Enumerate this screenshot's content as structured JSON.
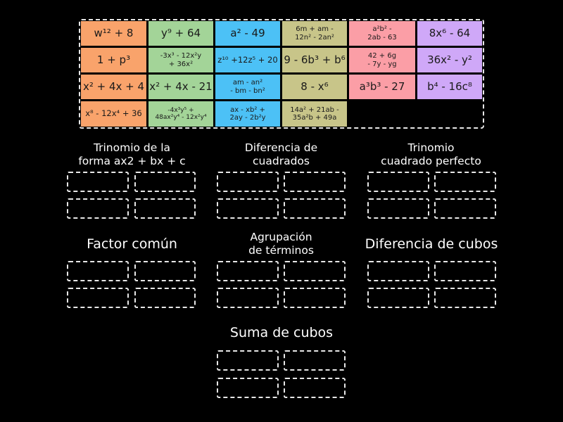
{
  "colors": {
    "background": "#000000",
    "orange": "#f9a36b",
    "green": "#a3d498",
    "blue": "#4cc1f6",
    "olive": "#c8c589",
    "pink": "#fb9ea6",
    "purple": "#cfa8f8",
    "dashed_border": "#e8e8e8"
  },
  "tiles": [
    {
      "text": "w¹² + 8",
      "color": "orange",
      "row": 0,
      "col": 0,
      "size": "big"
    },
    {
      "text": "y⁹ + 64",
      "color": "green",
      "row": 0,
      "col": 1,
      "size": "big"
    },
    {
      "text": "a² - 49",
      "color": "blue",
      "row": 0,
      "col": 2,
      "size": "big"
    },
    {
      "text": "6m + am -\n12n² - 2an²",
      "color": "olive",
      "row": 0,
      "col": 3,
      "size": "sm"
    },
    {
      "text": "a²b² -\n2ab - 63",
      "color": "pink",
      "row": 0,
      "col": 4,
      "size": "sm"
    },
    {
      "text": "8x⁶ - 64",
      "color": "purple",
      "row": 0,
      "col": 5,
      "size": "big"
    },
    {
      "text": "1 + p³",
      "color": "orange",
      "row": 1,
      "col": 0,
      "size": "big"
    },
    {
      "text": "-3x³ - 12x²y\n+ 36x²",
      "color": "green",
      "row": 1,
      "col": 1,
      "size": "sm"
    },
    {
      "text": "z¹⁰ +12z⁵ + 20",
      "color": "blue",
      "row": 1,
      "col": 2,
      "size": "med"
    },
    {
      "text": "9 - 6b³ + b⁶",
      "color": "olive",
      "row": 1,
      "col": 3,
      "size": "big"
    },
    {
      "text": "42 + 6g\n- 7y - yg",
      "color": "pink",
      "row": 1,
      "col": 4,
      "size": "sm"
    },
    {
      "text": "36x² - y²",
      "color": "purple",
      "row": 1,
      "col": 5,
      "size": "big"
    },
    {
      "text": "x² + 4x + 4",
      "color": "orange",
      "row": 2,
      "col": 0,
      "size": "big"
    },
    {
      "text": "x² + 4x - 21",
      "color": "green",
      "row": 2,
      "col": 1,
      "size": "big"
    },
    {
      "text": "am - an²\n- bm - bn²",
      "color": "blue",
      "row": 2,
      "col": 2,
      "size": "sm"
    },
    {
      "text": "8 - x⁶",
      "color": "olive",
      "row": 2,
      "col": 3,
      "size": "big"
    },
    {
      "text": "a³b³ - 27",
      "color": "pink",
      "row": 2,
      "col": 4,
      "size": "big"
    },
    {
      "text": "b⁴ - 16c⁸",
      "color": "purple",
      "row": 2,
      "col": 5,
      "size": "big"
    },
    {
      "text": "x⁸ - 12x⁴ + 36",
      "color": "orange",
      "row": 3,
      "col": 0,
      "size": "med"
    },
    {
      "text": "-4x³y⁵ +\n48ax²y⁴ - 12x²y⁴",
      "color": "green",
      "row": 3,
      "col": 1,
      "size": "xs"
    },
    {
      "text": "ax - xb² +\n2ay - 2b²y",
      "color": "blue",
      "row": 3,
      "col": 2,
      "size": "sm"
    },
    {
      "text": "14a² + 21ab -\n35a²b + 49a",
      "color": "olive",
      "row": 3,
      "col": 3,
      "size": "sm"
    }
  ],
  "groups": [
    {
      "title": "Trinomio de la\nforma ax2 + bx + c"
    },
    {
      "title": "Diferencia de\ncuadrados"
    },
    {
      "title": "Trinomio\ncuadrado perfecto"
    },
    {
      "title": "Factor común"
    },
    {
      "title": "Agrupación\nde términos"
    },
    {
      "title": "Diferencia de cubos"
    },
    {
      "title": "Suma de cubos"
    }
  ]
}
